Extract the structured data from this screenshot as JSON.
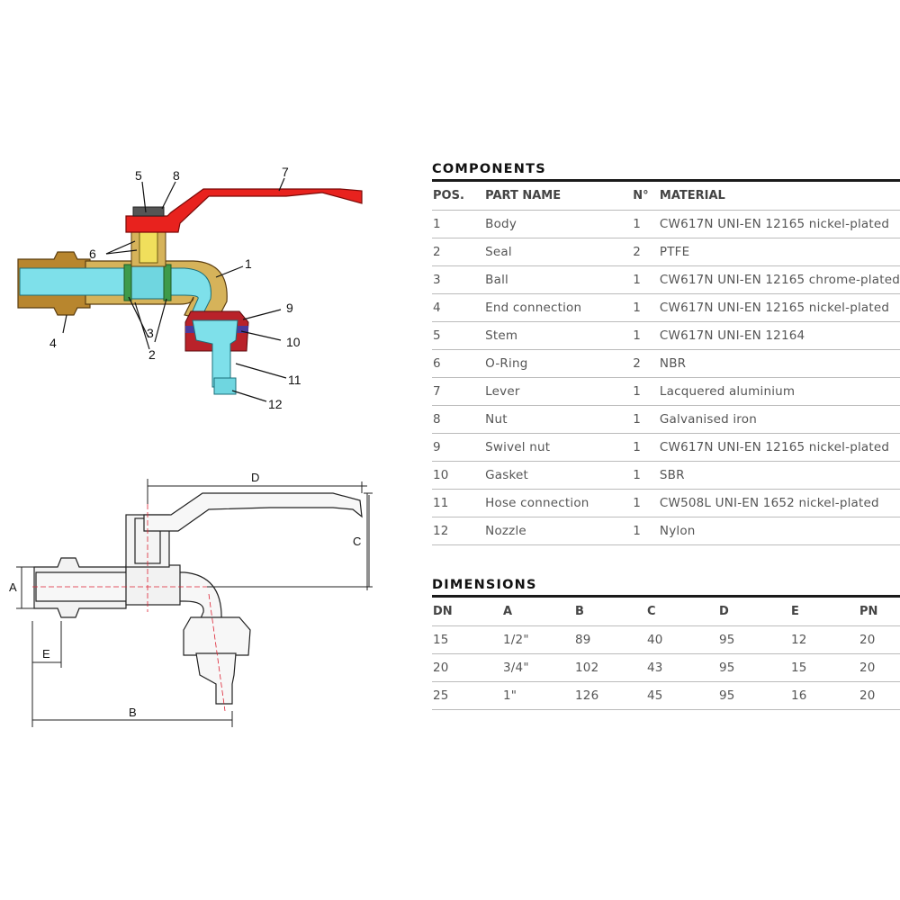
{
  "drawing": {
    "callouts": [
      "1",
      "2",
      "3",
      "4",
      "5",
      "6",
      "7",
      "8",
      "9",
      "10",
      "11",
      "12"
    ],
    "dim_labels": [
      "A",
      "B",
      "C",
      "D",
      "E"
    ]
  },
  "components": {
    "title": "COMPONENTS",
    "headers": [
      "POS.",
      "PART NAME",
      "N°",
      "MATERIAL"
    ],
    "rows": [
      [
        "1",
        "Body",
        "1",
        "CW617N UNI-EN 12165 nickel-plated"
      ],
      [
        "2",
        "Seal",
        "2",
        "PTFE"
      ],
      [
        "3",
        "Ball",
        "1",
        "CW617N UNI-EN 12165 chrome-plated"
      ],
      [
        "4",
        "End connection",
        "1",
        "CW617N UNI-EN 12165 nickel-plated"
      ],
      [
        "5",
        "Stem",
        "1",
        "CW617N UNI-EN 12164"
      ],
      [
        "6",
        "O-Ring",
        "2",
        "NBR"
      ],
      [
        "7",
        "Lever",
        "1",
        "Lacquered aluminium"
      ],
      [
        "8",
        "Nut",
        "1",
        "Galvanised iron"
      ],
      [
        "9",
        "Swivel nut",
        "1",
        "CW617N UNI-EN 12165 nickel-plated"
      ],
      [
        "10",
        "Gasket",
        "1",
        "SBR"
      ],
      [
        "11",
        "Hose connection",
        "1",
        "CW508L UNI-EN 1652 nickel-plated"
      ],
      [
        "12",
        "Nozzle",
        "1",
        "Nylon"
      ]
    ]
  },
  "dimensions": {
    "title": "DIMENSIONS",
    "headers": [
      "DN",
      "A",
      "B",
      "C",
      "D",
      "E",
      "PN"
    ],
    "rows": [
      [
        "15",
        "1/2\"",
        "89",
        "40",
        "95",
        "12",
        "20"
      ],
      [
        "20",
        "3/4\"",
        "102",
        "43",
        "95",
        "15",
        "20"
      ],
      [
        "25",
        "1\"",
        "126",
        "45",
        "95",
        "16",
        "20"
      ]
    ]
  }
}
